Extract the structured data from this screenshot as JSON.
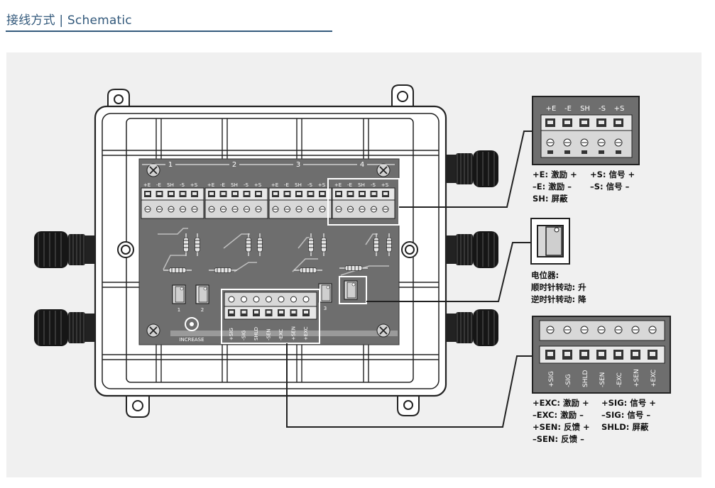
{
  "page": {
    "title": "接线方式 | Schematic"
  },
  "board": {
    "channels": [
      "1",
      "2",
      "3",
      "4"
    ],
    "terminal_labels": [
      "+E",
      "-E",
      "SH",
      "-S",
      "+S"
    ],
    "output_labels": [
      "+SIG",
      "-SIG",
      "SHLD",
      "-SEN",
      "-EXC",
      "+SEN",
      "+EXC"
    ],
    "pot_labels": [
      "1",
      "2",
      "3"
    ],
    "increase_label": "INCREASE"
  },
  "callout_top": {
    "terminal_labels": [
      "+E",
      "-E",
      "SH",
      "-S",
      "+S"
    ],
    "legend_col1": [
      "+E: 激励 +",
      "–E: 激励 –",
      "SH: 屏蔽"
    ],
    "legend_col2": [
      "+S: 信号 +",
      "–S: 信号 –"
    ]
  },
  "callout_mid": {
    "legend": [
      "电位器:",
      "顺时针转动: 升",
      "逆时针转动: 降"
    ]
  },
  "callout_bottom": {
    "terminal_labels": [
      "+SIG",
      "-SIG",
      "SHLD",
      "-SEN",
      "-EXC",
      "+SEN",
      "+EXC"
    ],
    "legend_col1": [
      "+EXC: 激励 +",
      "–EXC: 激励 –",
      "+SEN: 反馈 +",
      "–SEN: 反馈 –"
    ],
    "legend_col2": [
      "+SIG: 信号 +",
      "–SIG: 信号 –",
      "SHLD: 屏蔽"
    ]
  },
  "colors": {
    "title": "#345a7c",
    "panel_bg": "#f0f0f0",
    "board": "#6e6e6e",
    "cable_gland": "#1a1a1a",
    "terminal_bg": "#dcdcdc"
  }
}
